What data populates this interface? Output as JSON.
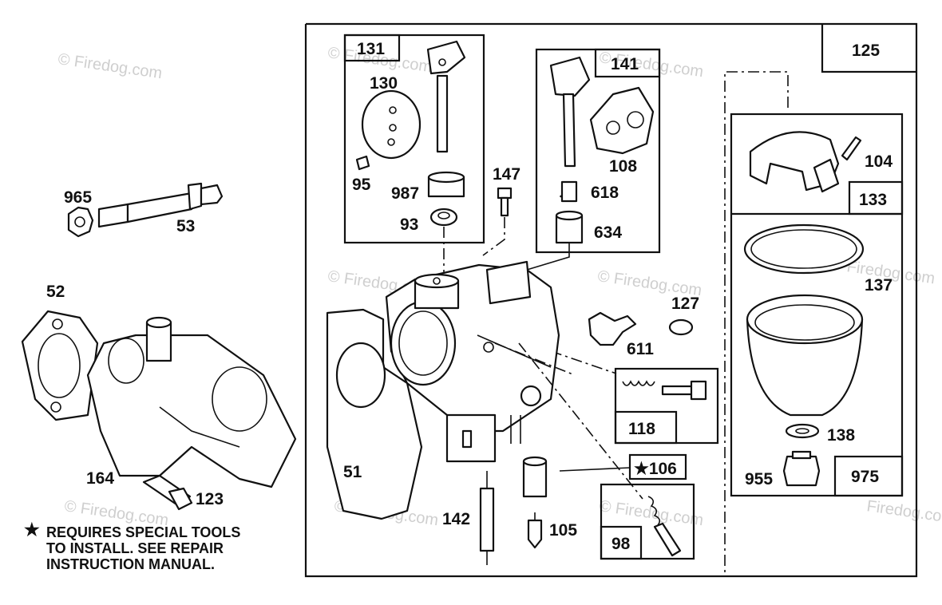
{
  "watermark": "© Firedog.com",
  "watermark_alt": "Firedog.com",
  "callouts": {
    "p125": "125",
    "p131": "131",
    "p130": "130",
    "p95": "95",
    "p987": "987",
    "p93": "93",
    "p141": "141",
    "p108": "108",
    "p618": "618",
    "p634": "634",
    "p147": "147",
    "p104": "104",
    "p133": "133",
    "p137": "137",
    "p138": "138",
    "p955": "955",
    "p975": "975",
    "p127": "127",
    "p611": "611",
    "p118": "118",
    "p106": "★106",
    "p98": "98",
    "p105": "105",
    "p142": "142",
    "p51": "51",
    "p965": "965",
    "p53": "53",
    "p52": "52",
    "p164": "164",
    "p123": "123"
  },
  "note": {
    "star": "★",
    "line1": "REQUIRES SPECIAL TOOLS",
    "line2": "TO INSTALL.  SEE REPAIR",
    "line3": "INSTRUCTION MANUAL."
  }
}
